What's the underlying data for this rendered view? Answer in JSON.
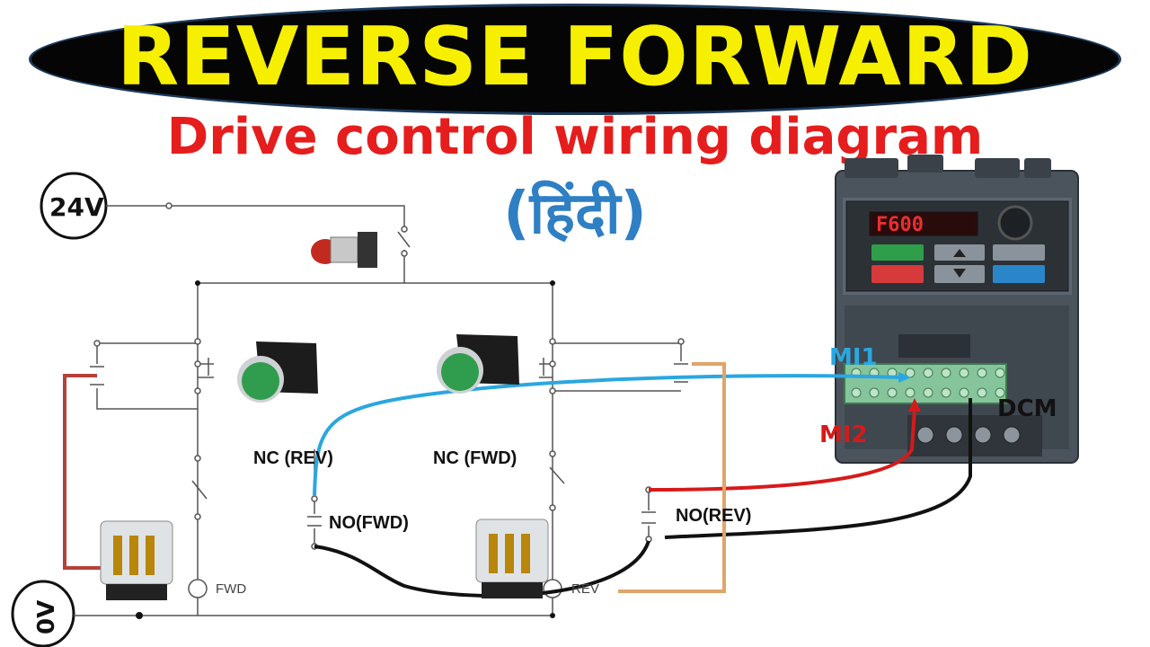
{
  "header": {
    "title": "REVERSE FORWARD",
    "subtitle": "Drive control wiring diagram",
    "language_tag": "(हिंदी)"
  },
  "circuit": {
    "supply_label": "24V",
    "ground_label": "0V",
    "nc_rev_label": "NC (REV)",
    "nc_fwd_label": "NC (FWD)",
    "no_fwd_label": "NO(FWD)",
    "no_rev_label": "NO(REV)",
    "fwd_coil_label": "FWD",
    "rev_coil_label": "REV"
  },
  "drive": {
    "display_text": "F600",
    "terminal_mi1": "MI1",
    "terminal_mi2": "MI2",
    "terminal_dcm": "DCM"
  },
  "colors": {
    "title_yellow": "#f6f000",
    "subtitle_red": "#e51d1d",
    "hindi_blue": "#2f7fc4",
    "mi1_wire_blue": "#2aa7e0",
    "mi2_wire_red": "#d61a1a",
    "dcm_wire_black": "#111111",
    "relay_wire_brown": "#b5413a",
    "relay_wire_orange": "#e0a56a"
  }
}
